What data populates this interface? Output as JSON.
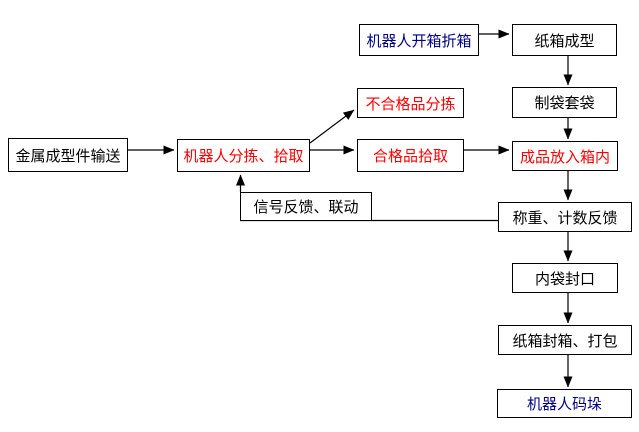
{
  "flowchart": {
    "background_color": "#ffffff",
    "line_color": "#000000",
    "text_colors": {
      "default": "#000000",
      "highlight_red": "#ff0000",
      "robot_blue": "#000088"
    },
    "nodes": [
      {
        "id": "metal-part-conveying",
        "label": "金属成型件输送",
        "color": "default"
      },
      {
        "id": "robot-sorting-picking",
        "label": "机器人分拣、拾取",
        "color": "highlight_red"
      },
      {
        "id": "robot-carton-unfolding",
        "label": "机器人开箱折箱",
        "color": "robot_blue"
      },
      {
        "id": "carton-forming",
        "label": "纸箱成型",
        "color": "default"
      },
      {
        "id": "bag-making-bagging",
        "label": "制袋套袋",
        "color": "default"
      },
      {
        "id": "defective-sorting",
        "label": "不合格品分拣",
        "color": "highlight_red"
      },
      {
        "id": "qualified-picking",
        "label": "合格品拾取",
        "color": "highlight_red"
      },
      {
        "id": "product-into-box",
        "label": "成品放入箱内",
        "color": "highlight_red"
      },
      {
        "id": "signal-feedback-linkage",
        "label": "信号反馈、联动",
        "color": "default"
      },
      {
        "id": "weighing-counting-feedback",
        "label": "称重、计数反馈",
        "color": "default"
      },
      {
        "id": "inner-bag-sealing",
        "label": "内袋封口",
        "color": "default"
      },
      {
        "id": "carton-sealing-packing",
        "label": "纸箱封箱、打包",
        "color": "default"
      },
      {
        "id": "robot-palletizing",
        "label": "机器人码垛",
        "color": "robot_blue"
      }
    ]
  }
}
